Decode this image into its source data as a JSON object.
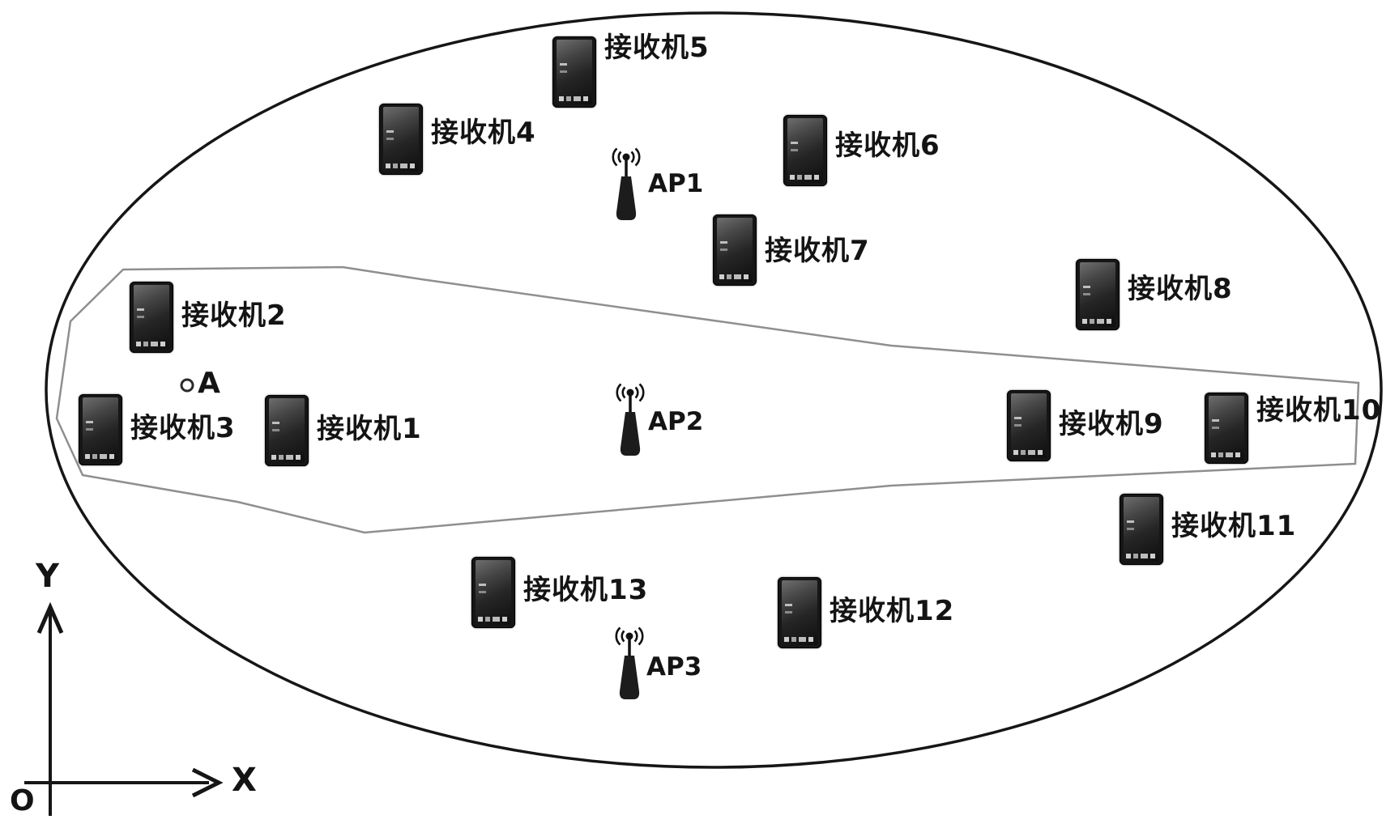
{
  "figure": {
    "type": "wireless-network-topology-diagram",
    "boundary_shape": "ellipse",
    "sector_shape": "thin-outlined polygon band crossing the ellipse through AP2",
    "colors": {
      "background": "#ffffff",
      "outline": "#161616",
      "sector_outline": "#8f8f8f",
      "device_fill": "#161616",
      "text": "#141414"
    }
  },
  "receivers": [
    {
      "id": 1,
      "label": "接收机1"
    },
    {
      "id": 2,
      "label": "接收机2"
    },
    {
      "id": 3,
      "label": "接收机3"
    },
    {
      "id": 4,
      "label": "接收机4"
    },
    {
      "id": 5,
      "label": "接收机5"
    },
    {
      "id": 6,
      "label": "接收机6"
    },
    {
      "id": 7,
      "label": "接收机7"
    },
    {
      "id": 8,
      "label": "接收机8"
    },
    {
      "id": 9,
      "label": "接收机9"
    },
    {
      "id": 10,
      "label": "接收机10"
    },
    {
      "id": 11,
      "label": "接收机11"
    },
    {
      "id": 12,
      "label": "接收机12"
    },
    {
      "id": 13,
      "label": "接收机13"
    }
  ],
  "aps": [
    {
      "id": 1,
      "label": "AP1"
    },
    {
      "id": 2,
      "label": "AP2"
    },
    {
      "id": 3,
      "label": "AP3"
    }
  ],
  "point_a": {
    "label": "A"
  },
  "axes": {
    "y_label": "Y",
    "x_label": "X",
    "origin_label": "O"
  }
}
